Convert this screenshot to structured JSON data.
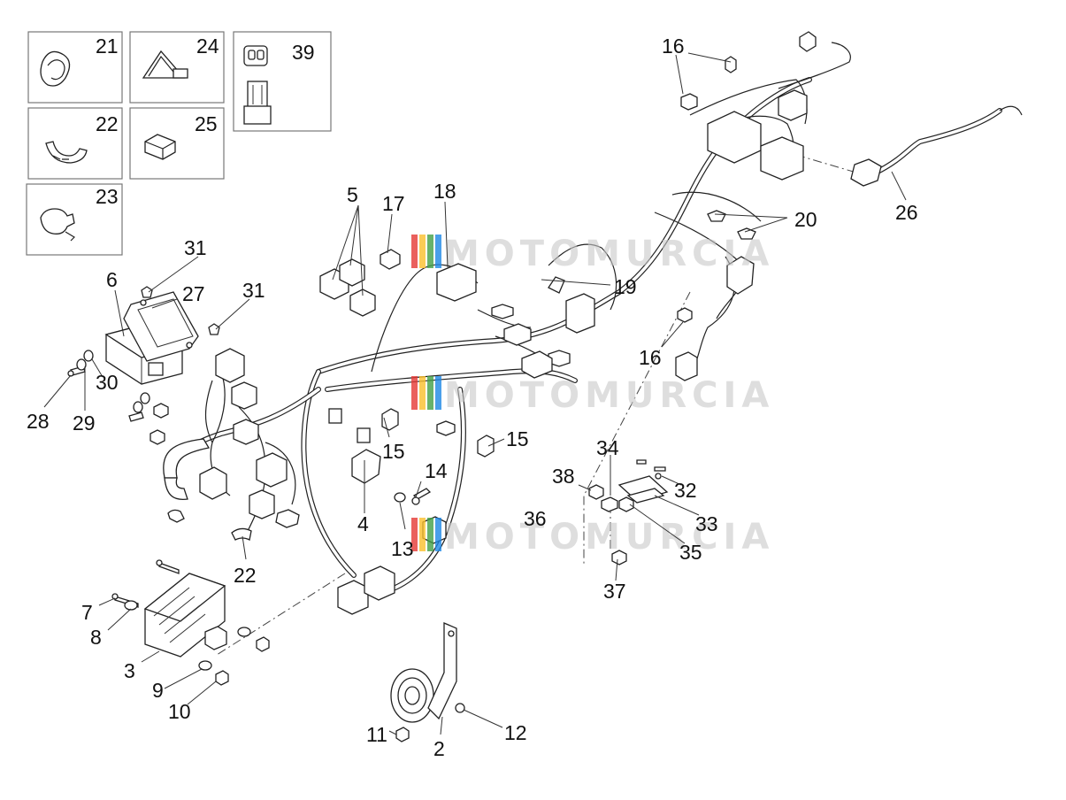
{
  "watermark": {
    "text": "MOTOMURCIA",
    "stripe_colors": [
      "#e53935",
      "#fbc02d",
      "#43a047",
      "#1e88e5"
    ]
  },
  "callouts": {
    "n2": "2",
    "n3": "3",
    "n4": "4",
    "n5": "5",
    "n6": "6",
    "n7": "7",
    "n8": "8",
    "n9": "9",
    "n10": "10",
    "n11": "11",
    "n12": "12",
    "n13": "13",
    "n14": "14",
    "n15a": "15",
    "n15b": "15",
    "n16a": "16",
    "n16b": "16",
    "n17": "17",
    "n18": "18",
    "n19": "19",
    "n20": "20",
    "n21": "21",
    "n22a": "22",
    "n22b": "22",
    "n23": "23",
    "n24": "24",
    "n25": "25",
    "n26": "26",
    "n27": "27",
    "n28": "28",
    "n29": "29",
    "n30": "30",
    "n31a": "31",
    "n31b": "31",
    "n32": "32",
    "n33": "33",
    "n34": "34",
    "n35": "35",
    "n36": "36",
    "n37": "37",
    "n38": "38",
    "n39": "39"
  }
}
